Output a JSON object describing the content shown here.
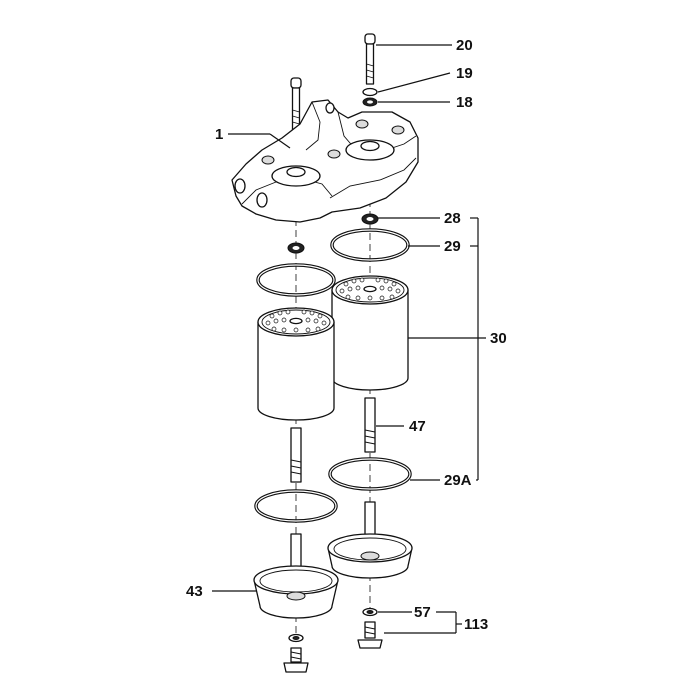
{
  "callouts": {
    "c1": "1",
    "c20": "20",
    "c19": "19",
    "c18": "18",
    "c28": "28",
    "c29": "29",
    "c30": "30",
    "c47": "47",
    "c29a": "29A",
    "c43": "43",
    "c57": "57",
    "c113": "113"
  }
}
